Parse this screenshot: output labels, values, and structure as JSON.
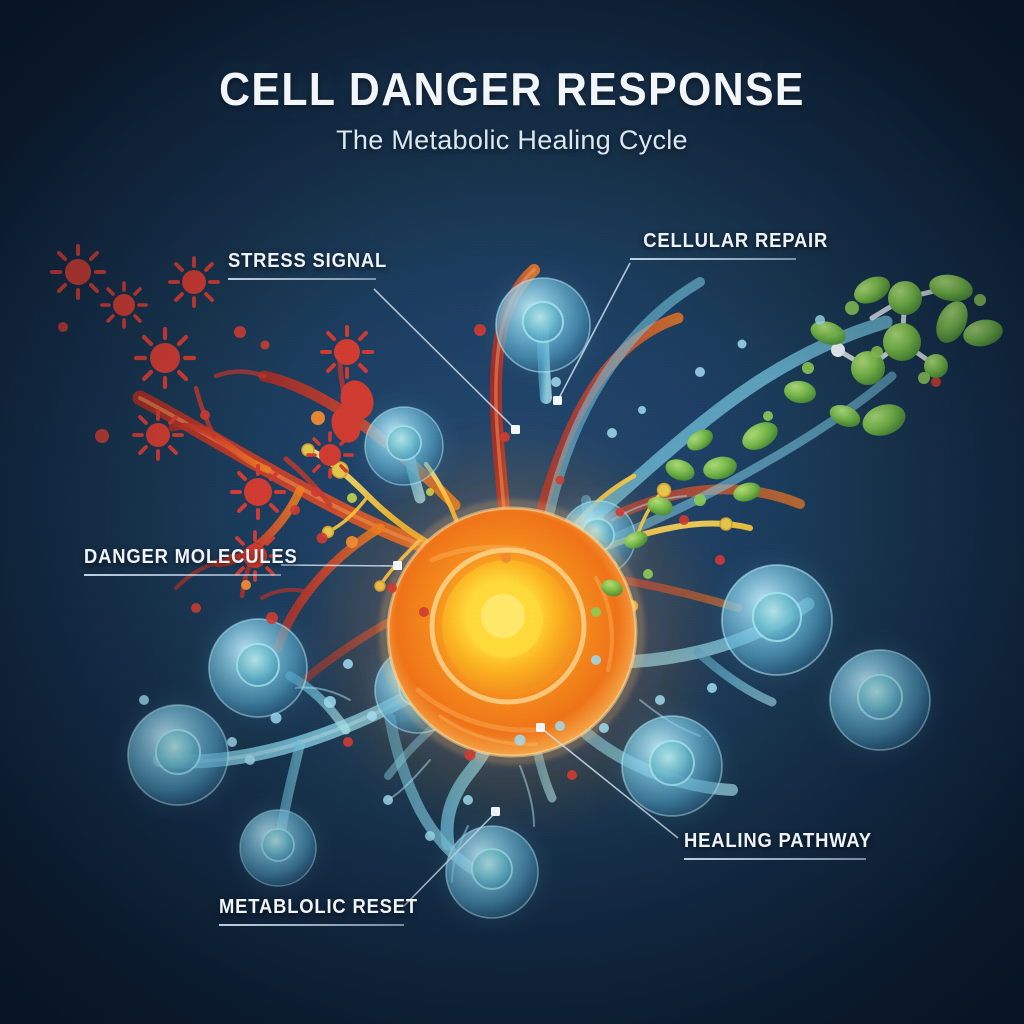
{
  "header": {
    "title": "CELL DANGER RESPONSE",
    "subtitle": "The Metabolic Healing Cycle"
  },
  "callouts": [
    {
      "id": "stress-signal",
      "label": "STRESS SIGNAL"
    },
    {
      "id": "cellular-repair",
      "label": "CELLULAR REPAIR"
    },
    {
      "id": "danger-molecules",
      "label": "DANGER MOLECULES"
    },
    {
      "id": "healing-pathway",
      "label": "HEALING PATHWAY"
    },
    {
      "id": "metabolic-reset",
      "label": "METABLOLIC RESET"
    }
  ],
  "colors": {
    "background_outer": "#0e2238",
    "background_center": "#23486d",
    "title_text": "#f2f6fa",
    "callout_text": "#eef4f9",
    "leader_line": "#cddeee",
    "core_hot": "#ffe14a",
    "core_mid": "#f79a22",
    "core_rim": "#f6d79a",
    "danger_red": "#d8382c",
    "pathogen_red": "#cf3b31",
    "healing_cyan": "#8fd8e8",
    "cell_blue": "#8ed2ea",
    "molecule_green": "#7cbf4a",
    "filament_gold": "#f2c53d"
  }
}
